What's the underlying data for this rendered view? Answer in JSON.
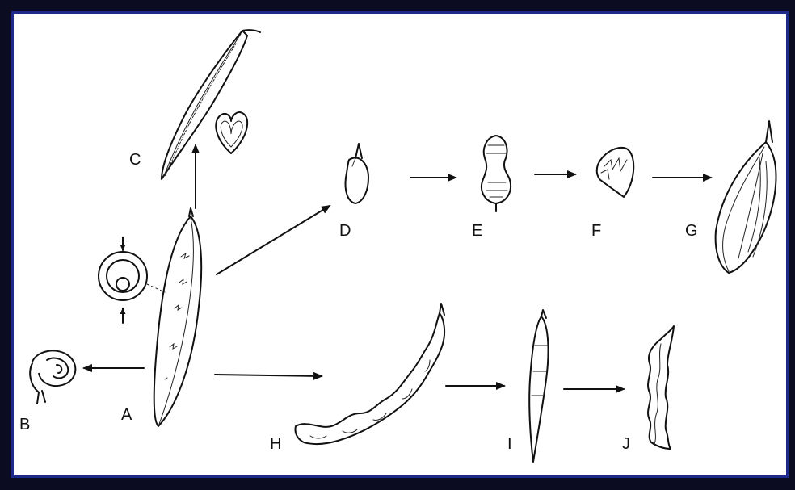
{
  "diagram": {
    "labels": {
      "A": "A",
      "B": "B",
      "C": "C",
      "D": "D",
      "E": "E",
      "F": "F",
      "G": "G",
      "H": "H",
      "I": "I",
      "J": "J"
    }
  }
}
